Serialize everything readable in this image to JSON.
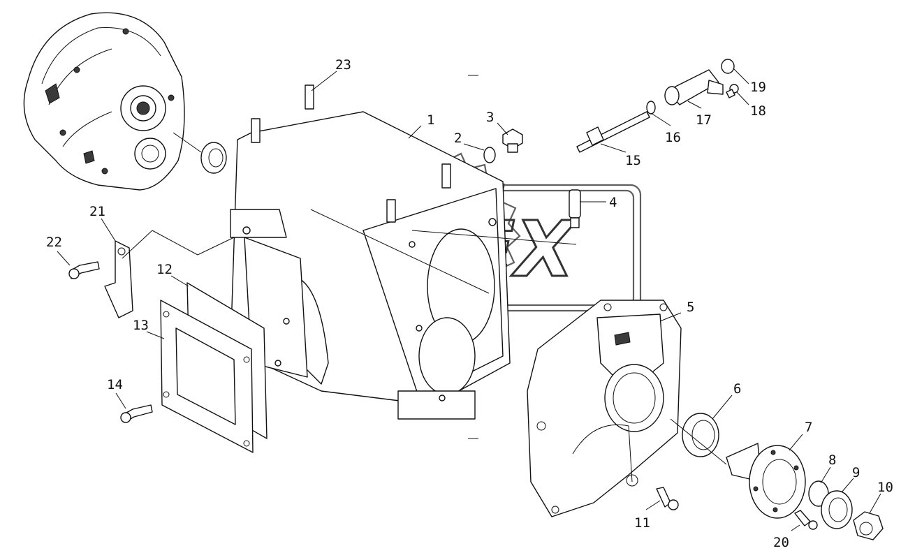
{
  "watermark": "OPEX",
  "callouts": [
    {
      "id": "1",
      "label": "1"
    },
    {
      "id": "2",
      "label": "2"
    },
    {
      "id": "3",
      "label": "3"
    },
    {
      "id": "4",
      "label": "4"
    },
    {
      "id": "5",
      "label": "5"
    },
    {
      "id": "6",
      "label": "6"
    },
    {
      "id": "7",
      "label": "7"
    },
    {
      "id": "8",
      "label": "8"
    },
    {
      "id": "9",
      "label": "9"
    },
    {
      "id": "10",
      "label": "10"
    },
    {
      "id": "11",
      "label": "11"
    },
    {
      "id": "12",
      "label": "12"
    },
    {
      "id": "13",
      "label": "13"
    },
    {
      "id": "14",
      "label": "14"
    },
    {
      "id": "15",
      "label": "15"
    },
    {
      "id": "16",
      "label": "16"
    },
    {
      "id": "17",
      "label": "17"
    },
    {
      "id": "18",
      "label": "18"
    },
    {
      "id": "19",
      "label": "19"
    },
    {
      "id": "20",
      "label": "20"
    },
    {
      "id": "21",
      "label": "21"
    },
    {
      "id": "22",
      "label": "22"
    },
    {
      "id": "23",
      "label": "23"
    }
  ]
}
